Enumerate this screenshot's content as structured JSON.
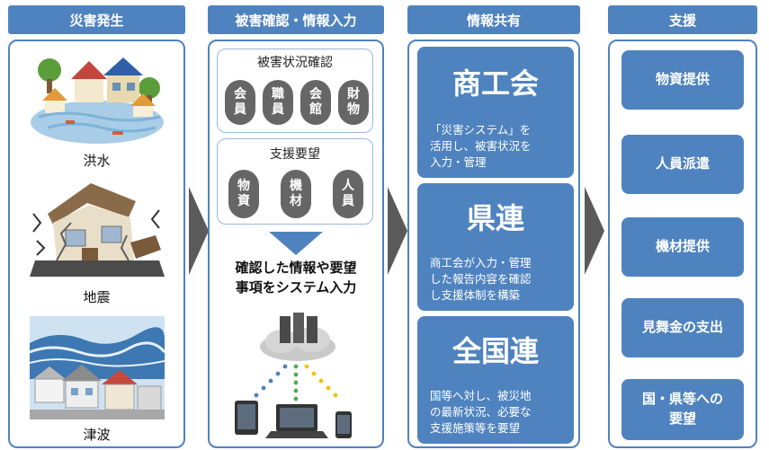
{
  "columns": {
    "disaster": {
      "header": "災害発生",
      "items": [
        {
          "label": "洪水",
          "icon": "flood-illustration"
        },
        {
          "label": "地震",
          "icon": "earthquake-illustration"
        },
        {
          "label": "津波",
          "icon": "tsunami-illustration"
        }
      ]
    },
    "entry": {
      "header": "被害確認・情報入力",
      "damage_check": {
        "title": "被害状況確認",
        "items": [
          {
            "line1": "会",
            "line2": "員"
          },
          {
            "line1": "職",
            "line2": "員"
          },
          {
            "line1": "会",
            "line2": "館"
          },
          {
            "line1": "財",
            "line2": "物"
          }
        ]
      },
      "support_request": {
        "title": "支援要望",
        "items": [
          {
            "line1": "物",
            "line2": "資"
          },
          {
            "line1": "機",
            "line2": "材"
          },
          {
            "line1": "人",
            "line2": "員"
          }
        ]
      },
      "action_line1": "確認した情報や要望",
      "action_line2": "事項をシステム入力"
    },
    "sharing": {
      "header": "情報共有",
      "orgs": [
        {
          "name": "商工会",
          "lines": [
            "「災害システム」を",
            "活用し、被害状況を",
            "入力・管理"
          ]
        },
        {
          "name": "県連",
          "lines": [
            "商工会が入力・管理",
            "した報告内容を確認",
            "し支援体制を構築"
          ]
        },
        {
          "name": "全国連",
          "lines": [
            "国等へ対し、被災地",
            "の最新状況、必要な",
            "支援施策等を要望"
          ]
        }
      ]
    },
    "support": {
      "header": "支援",
      "items": [
        {
          "line1": "物資提供",
          "line2": ""
        },
        {
          "line1": "人員派遣",
          "line2": ""
        },
        {
          "line1": "機材提供",
          "line2": ""
        },
        {
          "line1": "見舞金の支出",
          "line2": ""
        },
        {
          "line1": "国・県等への",
          "line2": "要望"
        }
      ]
    }
  },
  "colors": {
    "accent": "#4f83bf",
    "circle": "#666666",
    "arrow": "#5a5a5a"
  }
}
